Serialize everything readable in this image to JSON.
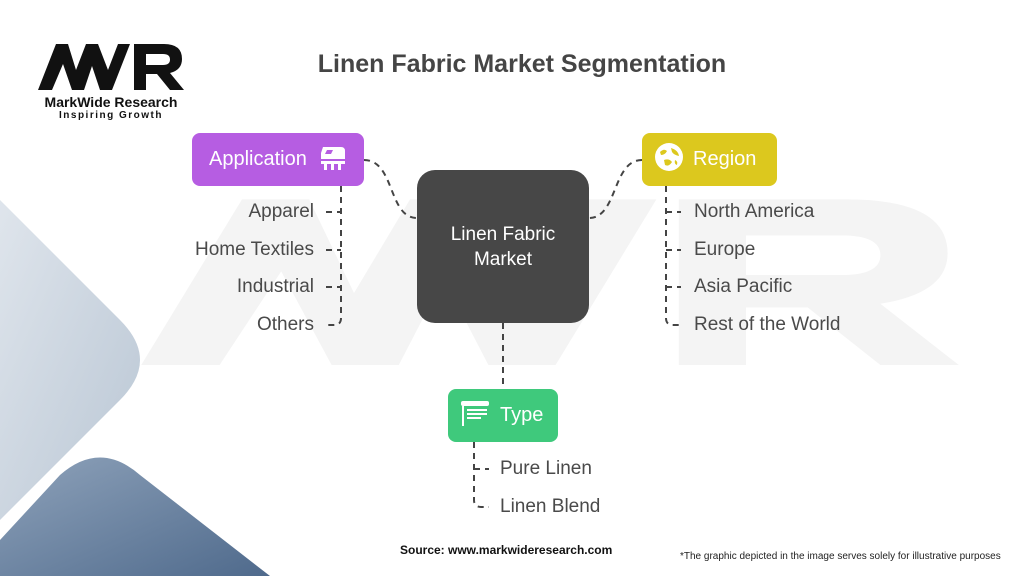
{
  "title": "Linen Fabric Market Segmentation",
  "logo": {
    "mark": "MWR",
    "name": "MarkWide Research",
    "tagline": "Inspiring Growth"
  },
  "center": {
    "line1": "Linen Fabric",
    "line2": "Market"
  },
  "segments": {
    "application": {
      "label": "Application",
      "icon": "machine-icon",
      "color": "#b65de2",
      "items": [
        "Apparel",
        "Home Textiles",
        "Industrial",
        "Others"
      ]
    },
    "region": {
      "label": "Region",
      "icon": "globe-icon",
      "color": "#dcc81e",
      "items": [
        "North America",
        "Europe",
        "Asia Pacific",
        "Rest of the World"
      ]
    },
    "type": {
      "label": "Type",
      "icon": "fabric-roll-icon",
      "color": "#3fc97c",
      "items": [
        "Pure Linen",
        "Linen Blend"
      ]
    }
  },
  "footer": {
    "source": "Source: www.markwideresearch.com",
    "note": "*The graphic depicted in the image serves  solely for illustrative purposes"
  }
}
